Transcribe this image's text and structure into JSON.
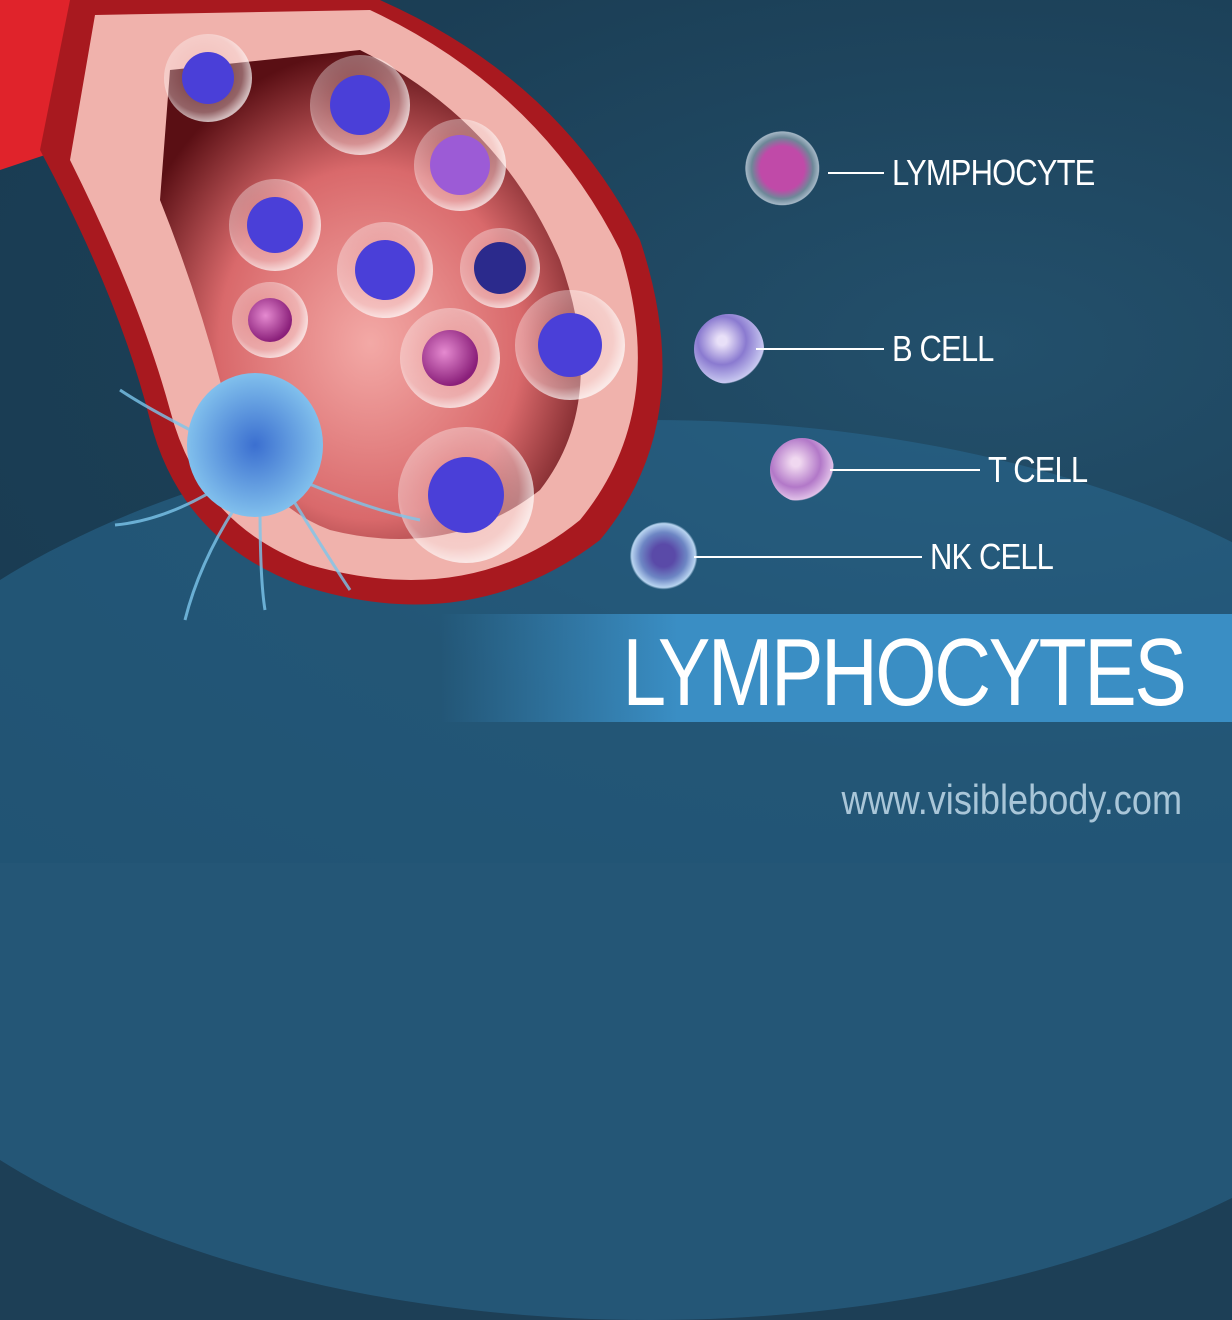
{
  "title": "LYMPHOCYTES",
  "website": "www.visiblebody.com",
  "illustration": {
    "subject": "blood vessel cross-section with white blood cells",
    "colors": {
      "vessel_wall": "#b3262a",
      "lumen": "#e8898a",
      "nucleus": "#4a3fd8",
      "macrophage": "#5fb0e0"
    }
  },
  "labels": [
    {
      "text": "LYMPHOCYTE",
      "cell_color": "#c04aa8"
    },
    {
      "text": "B CELL",
      "cell_color": "#8a7ad0"
    },
    {
      "text": "T CELL",
      "cell_color": "#b278c8"
    },
    {
      "text": "NK CELL",
      "cell_color": "#6d86c4"
    }
  ],
  "colors": {
    "background": "#1d3f56",
    "banner": "#3a8ec4",
    "text": "#ffffff",
    "url_text": "#a9c6d8"
  }
}
